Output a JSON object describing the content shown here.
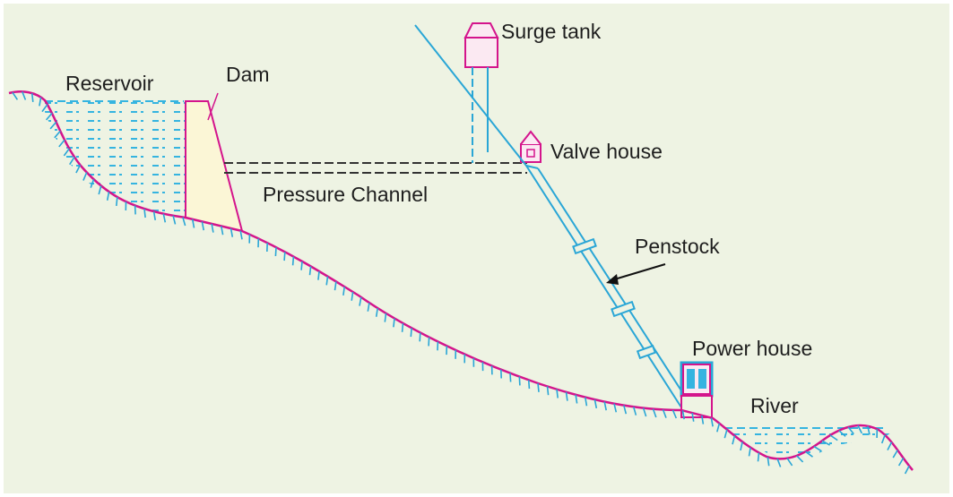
{
  "labels": {
    "reservoir": "Reservoir",
    "dam": "Dam",
    "surge_tank": "Surge tank",
    "valve_house": "Valve house",
    "pressure_channel": "Pressure Channel",
    "penstock": "Penstock",
    "power_house": "Power house",
    "river": "River"
  },
  "colors": {
    "background": "#eef3e3",
    "ground": "#d4148c",
    "hatch": "#2aa6d6",
    "water": "#35b4e0",
    "structure": "#d4148c",
    "dam_fill": "#fbf6d6",
    "channel": "#333333",
    "text": "#1e1e1e"
  }
}
